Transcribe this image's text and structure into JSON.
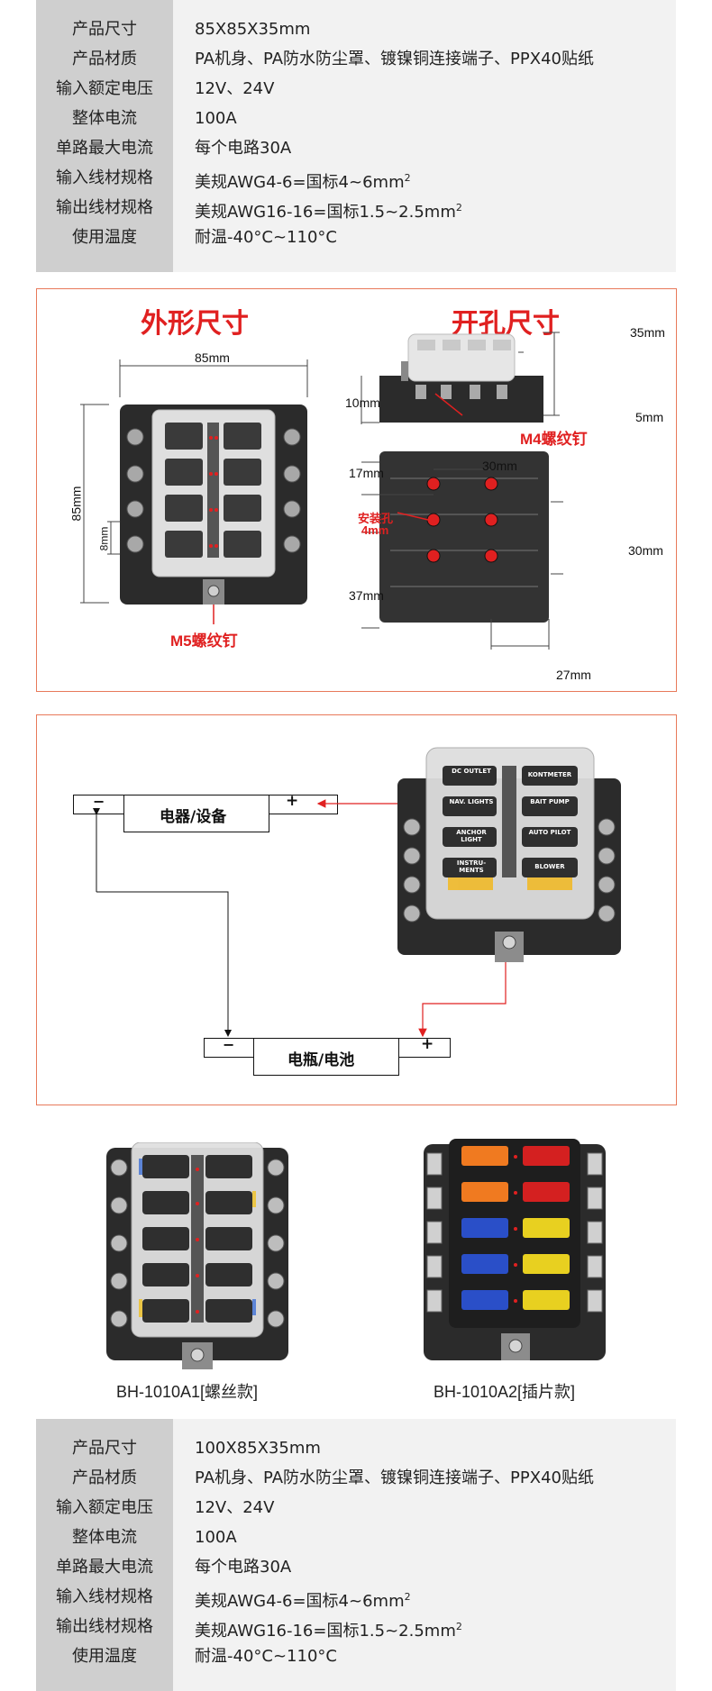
{
  "spec_top": {
    "rows": [
      {
        "k": "产品尺寸",
        "v": "85X85X35mm"
      },
      {
        "k": "产品材质",
        "v": "PA机身、PA防水防尘罩、镀镍铜连接端子、PPX40贴纸"
      },
      {
        "k": "输入额定电压",
        "v": "12V、24V"
      },
      {
        "k": "整体电流",
        "v": "100A"
      },
      {
        "k": "单路最大电流",
        "v": "每个电路30A"
      },
      {
        "k": "输入线材规格",
        "v": "美规AWG4-6=国标4~6mm",
        "sup": "2"
      },
      {
        "k": "输出线材规格",
        "v": "美规AWG16-16=国标1.5~2.5mm",
        "sup": "2"
      },
      {
        "k": "使用温度",
        "v": "耐温-40°C~110°C"
      }
    ]
  },
  "dims": {
    "title_left": "外形尺寸",
    "title_right": "开孔尺寸",
    "w85": "85mm",
    "h85": "85mm",
    "d8": "8mm",
    "m5": "M5螺纹钉",
    "d35": "35mm",
    "d10": "10mm",
    "d5": "5mm",
    "m4": "M4螺纹钉",
    "d30a": "30mm",
    "d17": "17mm",
    "hole": "安装孔",
    "hole_size": "4mm",
    "d30b": "30mm",
    "d37": "37mm",
    "d27": "27mm"
  },
  "wiring": {
    "device": "电器/设备",
    "battery": "电瓶/电池",
    "minus": "−",
    "plus": "+",
    "labels": [
      "DC OUTLET",
      "KONTMETER",
      "NAV. LIGHTS",
      "BAIT PUMP",
      "ANCHOR LIGHT",
      "AUTO PILOT",
      "INSTRU- MENTS",
      "BLOWER"
    ]
  },
  "products": {
    "a1": "BH-1010A1[螺丝款]",
    "a2": "BH-1010A2[插片款]"
  },
  "spec_bottom": {
    "rows": [
      {
        "k": "产品尺寸",
        "v": "100X85X35mm"
      },
      {
        "k": "产品材质",
        "v": "PA机身、PA防水防尘罩、镀镍铜连接端子、PPX40贴纸"
      },
      {
        "k": "输入额定电压",
        "v": "12V、24V"
      },
      {
        "k": "整体电流",
        "v": "100A"
      },
      {
        "k": "单路最大电流",
        "v": "每个电路30A"
      },
      {
        "k": "输入线材规格",
        "v": "美规AWG4-6=国标4~6mm",
        "sup": "2"
      },
      {
        "k": "输出线材规格",
        "v": "美规AWG16-16=国标1.5~2.5mm",
        "sup": "2"
      },
      {
        "k": "使用温度",
        "v": "耐温-40°C~110°C"
      }
    ]
  },
  "colors": {
    "accent": "#e02020",
    "border": "#e8795a",
    "label_col": "#cfcfcf",
    "table_bg": "#f2f2f2"
  }
}
